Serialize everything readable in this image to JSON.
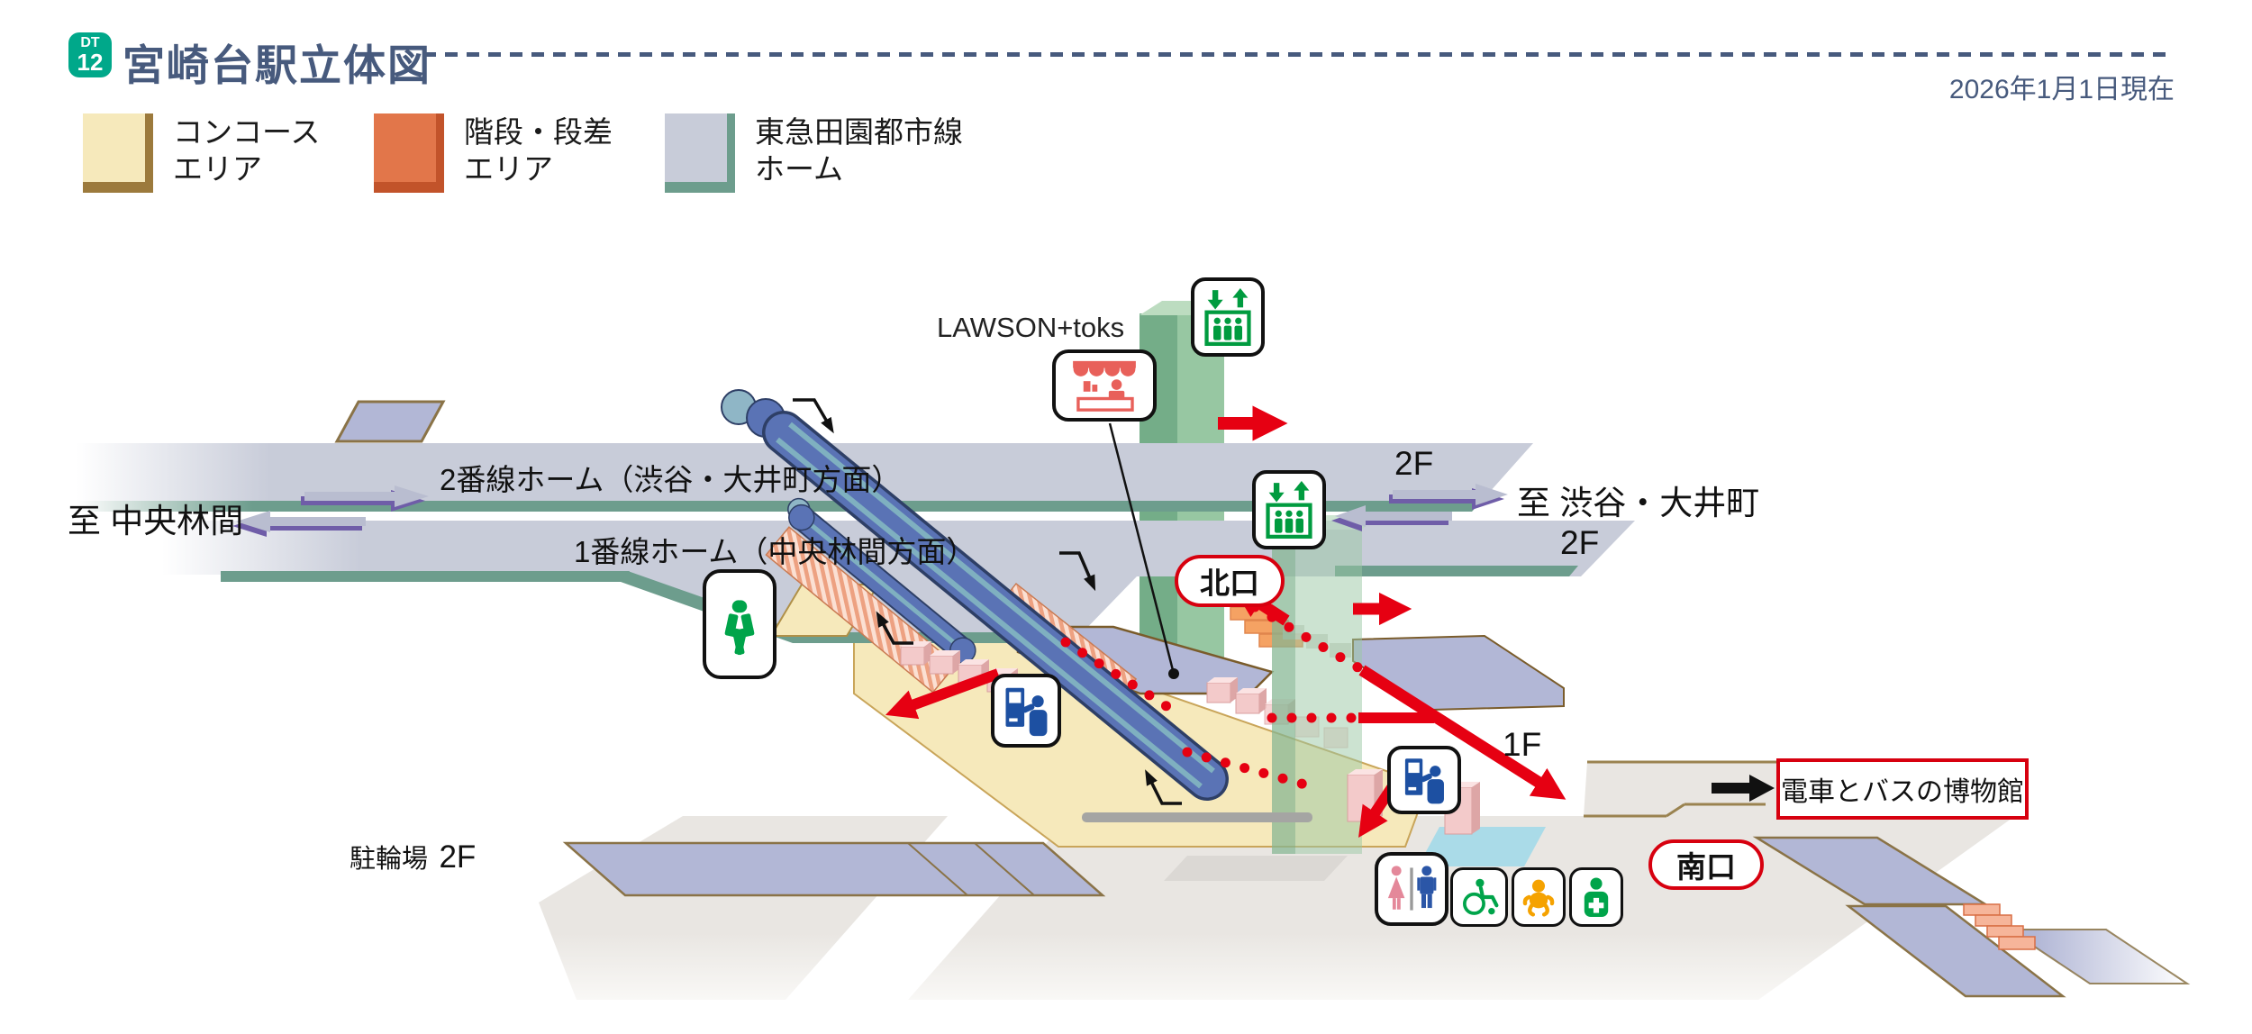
{
  "header": {
    "badge": {
      "line": "DT",
      "number": "12"
    },
    "title": "宮崎台駅立体図",
    "date_note": "2026年1月1日現在"
  },
  "legend": {
    "items": [
      {
        "line1": "コンコース",
        "line2": "エリア",
        "color": "#f6e9bb",
        "edge": "#9c7a3c"
      },
      {
        "line1": "階段・段差",
        "line2": "エリア",
        "color": "#e2764a",
        "edge": "#c2532a"
      },
      {
        "line1": "東急田園都市線",
        "line2": "ホーム",
        "color": "#c8ccd9",
        "edge": "#6d9d8d"
      }
    ]
  },
  "diagram": {
    "platform2_label": "2番線ホーム（渋谷・大井町方面）",
    "platform1_label": "1番線ホーム（中央林間方面）",
    "floor_2f": "2F",
    "floor_1f": "1F",
    "dir_left": "至 中央林間",
    "dir_right": "至 渋谷・大井町",
    "north_exit": "北口",
    "south_exit": "南口",
    "store_label": "LAWSON+toks",
    "bicycle_label": "駐輪場",
    "museum_label": "電車とバスの博物館",
    "icons": [
      {
        "name": "elevator-icon",
        "count": 2
      },
      {
        "name": "waiting-room-icon",
        "count": 1
      },
      {
        "name": "store-icon",
        "count": 1
      },
      {
        "name": "ticket-machine-icon",
        "count": 2
      },
      {
        "name": "restroom-icon",
        "count": 1
      },
      {
        "name": "wheelchair-icon",
        "count": 1
      },
      {
        "name": "baby-care-icon",
        "count": 1
      },
      {
        "name": "first-aid-icon",
        "count": 1
      }
    ]
  },
  "colors": {
    "line_badge_green": "#00a88a",
    "heading_text": "#475a7d",
    "concourse_cream": "#f6e9bb",
    "stairs_orange": "#e2764a",
    "platform_gray": "#c8ccd9",
    "platform_edge_teal": "#6d9d8d",
    "route_red": "#e60012",
    "exit_label_red": "#d7000f",
    "escalator_blue": "#5a73b5",
    "elevator_shaft_green": "#97c7a2",
    "landing_lavender": "#b2b7d6",
    "icon_green": "#00a44a",
    "icon_blue": "#1d50a2",
    "store_red": "#e8605a",
    "toilet_cyan": "#aadbe8"
  }
}
